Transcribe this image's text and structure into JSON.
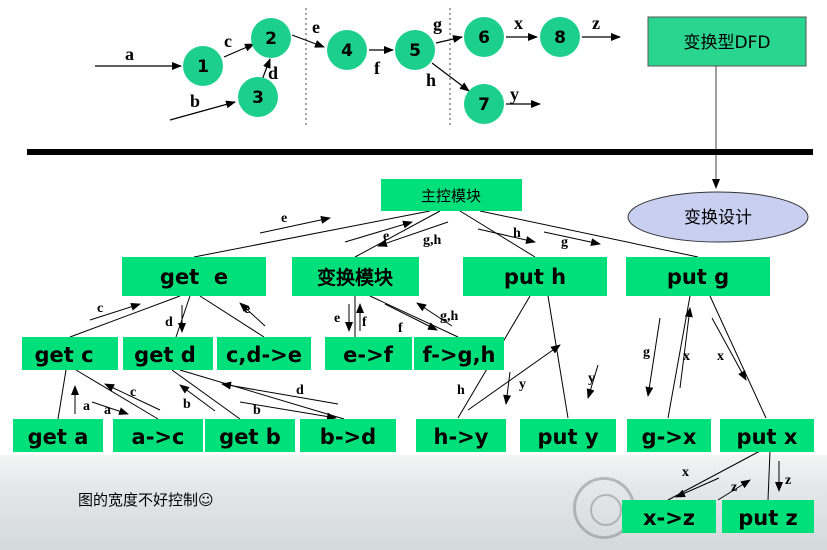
{
  "dfd": {
    "nodes": [
      "1",
      "2",
      "3",
      "4",
      "5",
      "6",
      "7",
      "8"
    ],
    "edge_labels": [
      "a",
      "b",
      "c",
      "d",
      "e",
      "f",
      "g",
      "h",
      "x",
      "y",
      "z"
    ],
    "title_box": "变换型DFD",
    "design_ellipse": "变换设计"
  },
  "structure": {
    "main_module": "主控模块",
    "level1": [
      "get  e",
      "变换模块",
      "put h",
      "put g"
    ],
    "level2": [
      "get c",
      "get d",
      "c,d->e",
      "e->f",
      "f->g,h"
    ],
    "level3": [
      "get a",
      "a->c",
      "get b",
      "b->d",
      "h->y",
      "put y",
      "g->x",
      "put x"
    ],
    "level4": [
      "x->z",
      "put z"
    ],
    "flow_labels": {
      "top": [
        "e",
        "e",
        "g,h",
        "h",
        "g"
      ],
      "get_e": [
        "c",
        "d",
        "e"
      ],
      "transform": [
        "e",
        "f",
        "f",
        "g,h"
      ],
      "get_c": [
        "a",
        "a",
        "c"
      ],
      "get_d": [
        "b",
        "b",
        "d"
      ],
      "put_h": [
        "h",
        "y",
        "y"
      ],
      "put_g": [
        "g",
        "x",
        "x"
      ],
      "put_x": [
        "x",
        "z",
        "z"
      ]
    }
  },
  "colors": {
    "node_fill": "#1ccf8c",
    "box_fill": "#00e07a",
    "title_box_fill": "#2ad68f",
    "ellipse_fill": "#c9cff0"
  },
  "note": "图的宽度不好控制☺"
}
